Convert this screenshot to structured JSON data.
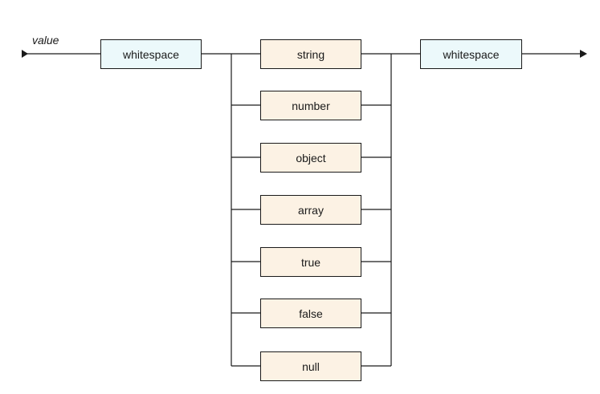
{
  "diagram": {
    "rule_name": "value",
    "leading": "whitespace",
    "choices": [
      "string",
      "number",
      "object",
      "array",
      "true",
      "false",
      "null"
    ],
    "trailing": "whitespace",
    "colors": {
      "line": "#1a1a1a",
      "whitespace_fill": "#ecf9fb",
      "choice_fill": "#fcf2e4"
    }
  }
}
